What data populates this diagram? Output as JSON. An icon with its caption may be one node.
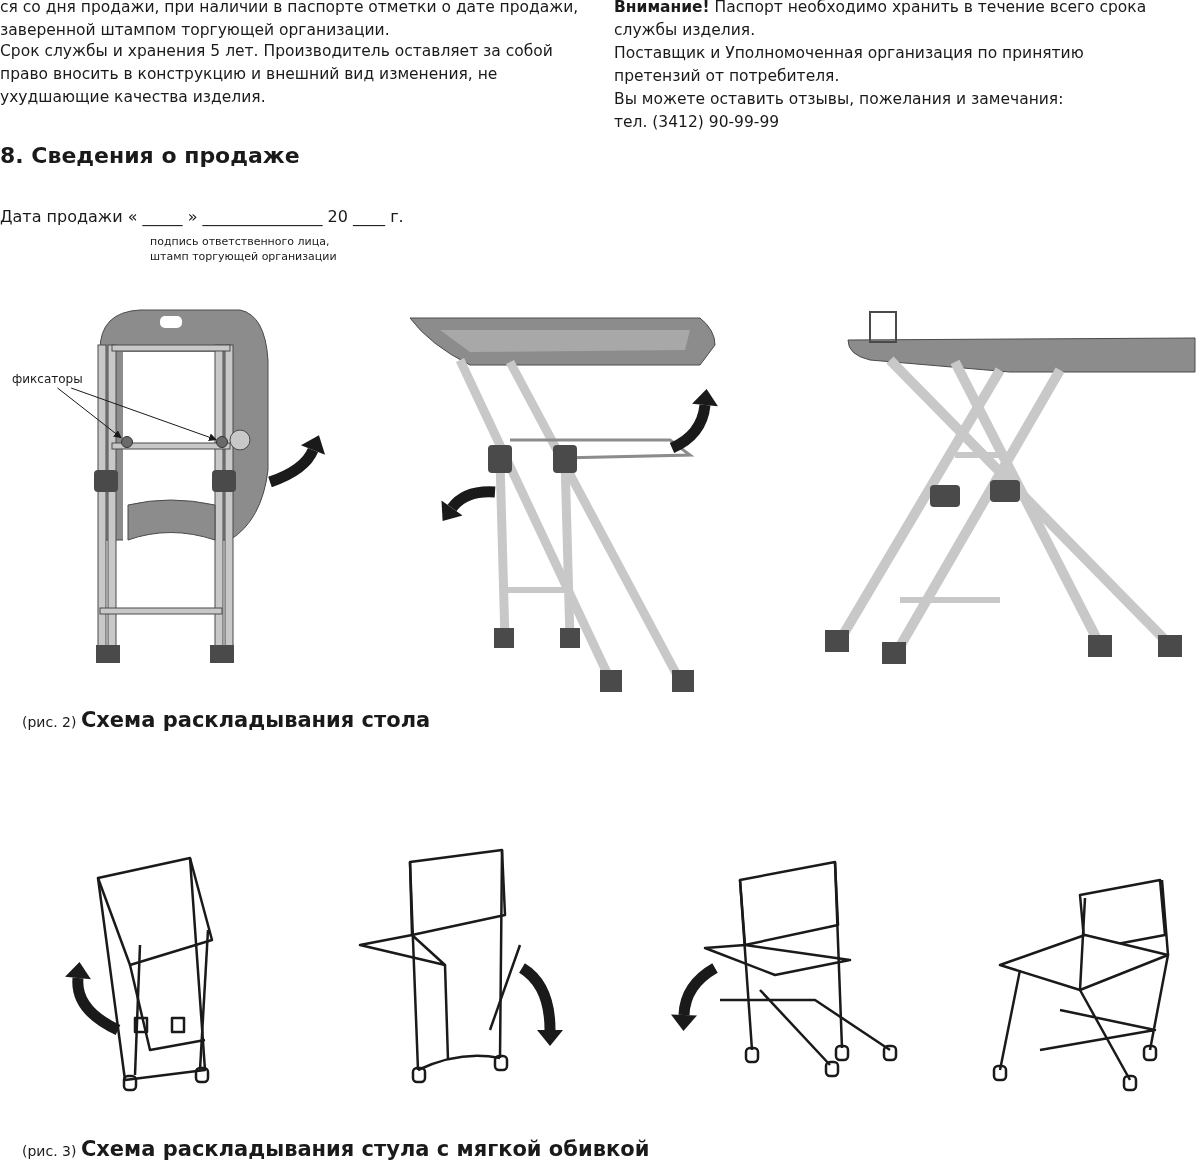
{
  "diagram": {
    "nodes": [
      {
        "text": [
          "фиксаторы"
        ]
      },
      {
        "text": [],
        "shape": "circle"
      },
      {
        "text": [],
        "shape": "circle"
      }
    ],
    "edges": [
      {
        "from": 0,
        "to": 1,
        "arrow": "to"
      },
      {
        "from": 0,
        "to": 2,
        "arrow": "to"
      }
    ],
    "labels": [
      "ся со дня продажи, при наличии в паспорте отметки о дате продажи, заверенной штампом торгующей организации.",
      "Срок службы и хранения 5 лет. Производитель оставляет за собой право вносить в конструкцию и внешний вид изменения, не ухудшающие качества изделия.",
      "**Внимание!** Паспорт необходимо хранить в течение всего срока службы изделия.",
      "Поставщик и Уполномоченная организация по принятию претензий от потребителя.",
      "Вы можете оставить отзывы, пожелания и замечания:",
      "тел. (3412) 90-99-99",
      "8. Сведения о продаже",
      "Дата продажи « _____ » _______________ 20 ____ г.",
      "подпись ответственного лица, штамп торгующей организации",
      "(рис. 2) **Схема раскладывания стола**",
      "(рис. 3) **Схема раскладывания стула с мягкой обивкой**"
    ]
  }
}
